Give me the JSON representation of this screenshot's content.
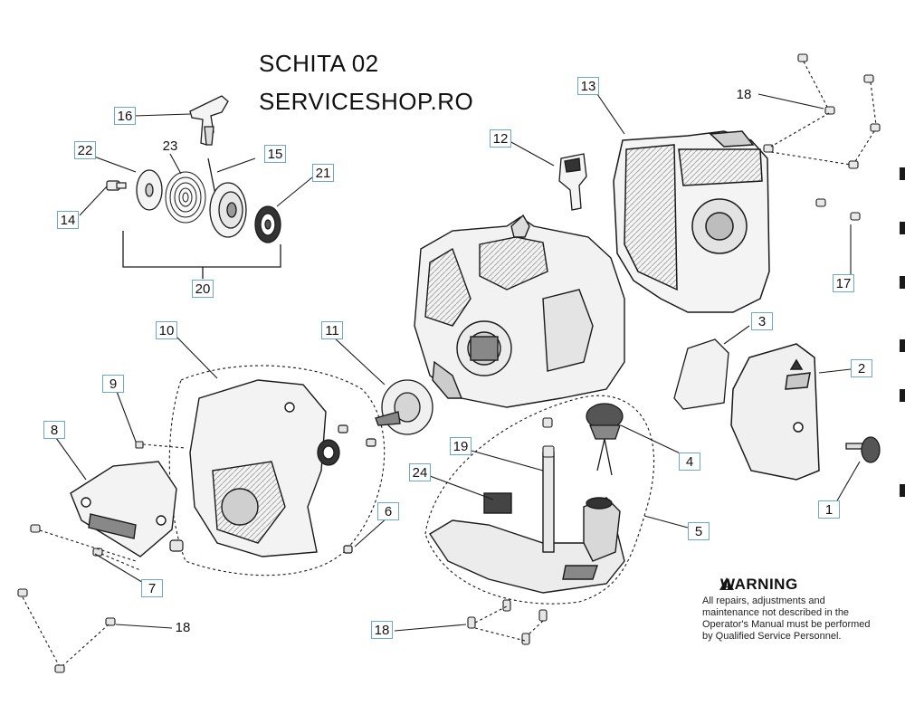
{
  "header": {
    "line1": "SCHITA 02",
    "line2": "SERVICESHOP.RO"
  },
  "callouts": {
    "c1": "1",
    "c2": "2",
    "c3": "3",
    "c4": "4",
    "c5": "5",
    "c6": "6",
    "c7": "7",
    "c8": "8",
    "c9": "9",
    "c10": "10",
    "c11": "11",
    "c12": "12",
    "c13": "13",
    "c14": "14",
    "c15": "15",
    "c16": "16",
    "c17": "17",
    "c18a": "18",
    "c18b": "18",
    "c18c": "18",
    "c19": "19",
    "c20": "20",
    "c21": "21",
    "c22": "22",
    "c23": "23",
    "c24": "24"
  },
  "warning": {
    "title": "WARNING",
    "text": "All repairs, adjustments and maintenance not described in the Operator's Manual must be performed by Qualified Service Personnel."
  },
  "colors": {
    "callout_border": "#6aa9c9",
    "line_art": "#1a1a1a",
    "part_fill": "#f4f4f4"
  }
}
